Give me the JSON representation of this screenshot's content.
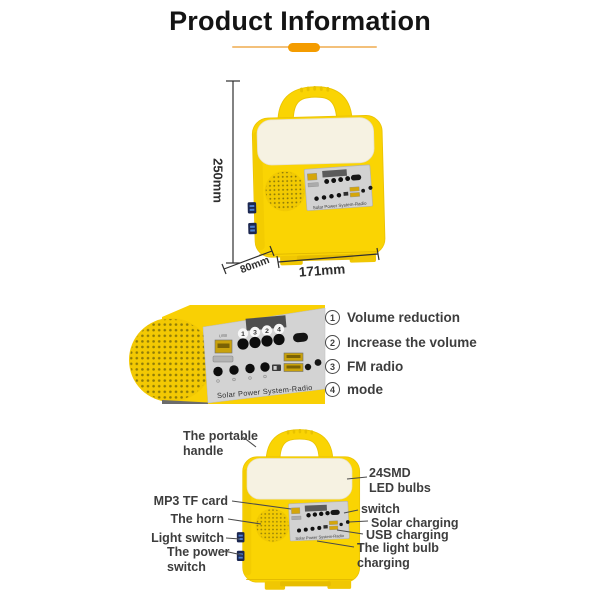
{
  "header": {
    "title": "Product Information"
  },
  "device": {
    "panel_title": "Solar Power System-Radio",
    "usb_label": "USB"
  },
  "dimensions": {
    "height": "250mm",
    "depth": "80mm",
    "width": "171mm"
  },
  "panel_closeup": {
    "button_numbers": [
      "1",
      "3",
      "2",
      "4"
    ],
    "annotations": [
      {
        "num": "1",
        "label": "Volume reduction"
      },
      {
        "num": "2",
        "label": "Increase the volume"
      },
      {
        "num": "3",
        "label": "FM radio"
      },
      {
        "num": "4",
        "label": "mode"
      }
    ]
  },
  "callouts": {
    "left": [
      "The portable\nhandle",
      "MP3 TF card",
      "The horn",
      "Light switch",
      "The power\nswitch"
    ],
    "right": [
      "24SMD\nLED bulbs",
      "switch",
      "Solar charging",
      "USB charging",
      "The light bulb\ncharging"
    ]
  },
  "colors": {
    "accent_orange": "#F49C00",
    "device_yellow": "#FAD403",
    "panel_gray": "#D2D2D2",
    "switch_navy": "#1C2750"
  }
}
